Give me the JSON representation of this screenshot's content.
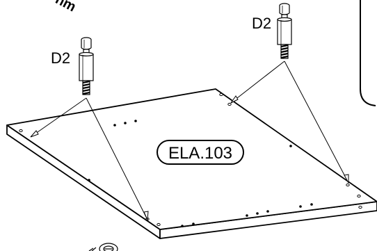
{
  "corner_text": "nm",
  "fasteners": [
    {
      "id": "left",
      "label": "D2"
    },
    {
      "id": "right",
      "label": "D2"
    }
  ],
  "panel": {
    "code": "ELA.103"
  }
}
